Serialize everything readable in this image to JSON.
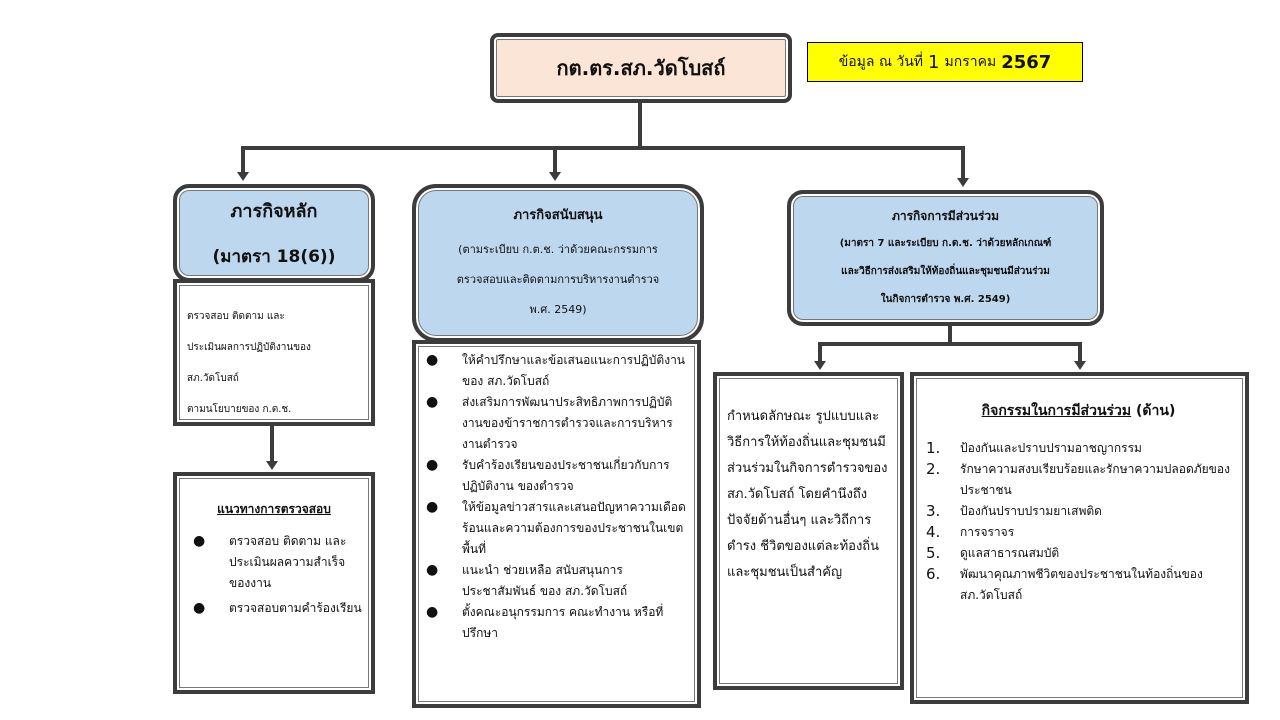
{
  "title": "กต.ตร.สภ.วัดโบสถ์",
  "date_note": {
    "prefix": "ข้อมูล ณ วันที่",
    "day": "1",
    "month": "มกราคม",
    "year": "2567"
  },
  "main_mission": {
    "title": "ภารกิจหลัก",
    "subtitle": "(มาตรา 18(6))",
    "body": [
      "ตรวจสอบ ติดตาม และ",
      "ประเมินผลการปฏิบัติงานของ",
      "สภ.วัดโบสถ์",
      "ตามนโยบายของ ก.ต.ช."
    ],
    "guide_title": "แนวทางการตรวจสอบ",
    "guide_items": [
      "ตรวจสอบ ติดตาม และประเมินผลความสำเร็จของงาน",
      "ตรวจสอบตามคำร้องเรียน"
    ]
  },
  "support_mission": {
    "title": "ภารกิจสนับสนุน",
    "subtitle": [
      "(ตามระเบียบ ก.ต.ช. ว่าด้วยคณะกรรมการ",
      "ตรวจสอบและติดตามการบริหารงานตำรวจ",
      "พ.ศ. 2549)"
    ],
    "items": [
      "ให้คำปรึกษาและข้อเสนอแนะการปฏิบัติงาน ของ สภ.วัดโบสถ์",
      "ส่งเสริมการพัฒนาประสิทธิภาพการปฏิบัติงานของข้าราชการตำรวจและการบริหารงานตำรวจ",
      "รับคำร้องเรียนของประชาชนเกี่ยวกับการปฏิบัติงาน ของตำรวจ",
      "ให้ข้อมูลข่าวสารและเสนอปัญหาความเดือดร้อนและความต้องการของประชาชนในเขตพื้นที่",
      "แนะนำ ช่วยเหลือ สนับสนุนการประชาสัมพันธ์ ของ สภ.วัดโบสถ์",
      "ตั้งคณะอนุกรรมการ คณะทำงาน หรือที่ปรึกษา"
    ]
  },
  "participation_mission": {
    "title": "ภารกิจการมีส่วนร่วม",
    "subtitle": [
      "(มาตรา 7 และระเบียบ ก.ต.ช. ว่าด้วยหลักเกณฑ์",
      "และวิธีการส่งเสริมให้ท้องถิ่นและชุมชนมีส่วนร่วม",
      "ในกิจการตำรวจ พ.ศ. 2549)"
    ],
    "description": "กำหนดลักษณะ รูปแบบและวิธีการให้ท้องถิ่นและชุมชนมีส่วนร่วมในกิจการตำรวจของ สภ.วัดโบสถ์ โดยคำนึงถึงปัจจัยด้านอื่นๆ และวิถีการดำรง ชีวิตของแต่ละท้องถิ่นและชุมชนเป็นสำคัญ",
    "activities_title": "กิจกรรมในการมีส่วนร่วม",
    "activities_suffix": "(ด้าน)",
    "activities": [
      {
        "n": "1.",
        "t": "ป้องกันและปราบปรามอาชญากรรม"
      },
      {
        "n": "2.",
        "t": "รักษาความสงบเรียบร้อยและรักษาความปลอดภัยของประชาชน"
      },
      {
        "n": "3.",
        "t": "ป้องกันปราบปรามยาเสพติด"
      },
      {
        "n": "4.",
        "t": "การจราจร"
      },
      {
        "n": "5.",
        "t": "ดูแลสาธารณสมบัติ"
      },
      {
        "n": "6.",
        "t": "พัฒนาคุณภาพชีวิตของประชาชนในท้องถิ่นของ สภ.วัดโบสถ์"
      }
    ]
  },
  "colors": {
    "top": "#fbe5d6",
    "header": "#bdd7ee",
    "note": "#ffff00",
    "border": "#3c3c3c"
  }
}
